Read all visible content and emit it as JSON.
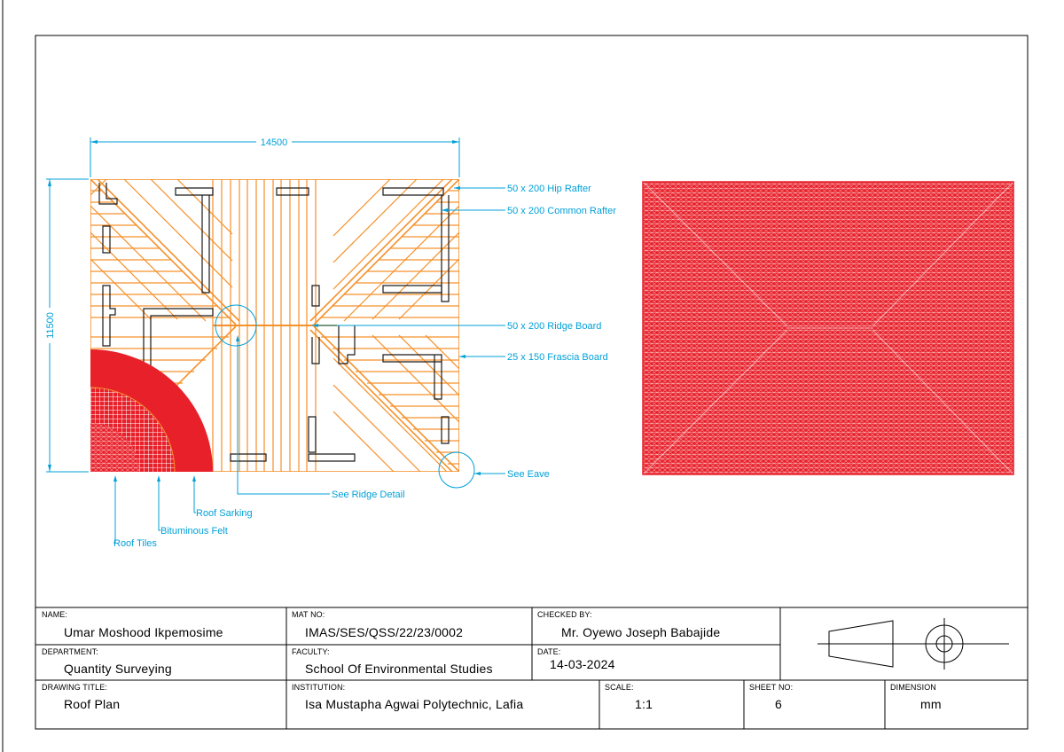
{
  "dimensions": {
    "width_label": "14500",
    "height_label": "11500"
  },
  "callouts": {
    "hip_rafter": "50 x 200 Hip Rafter",
    "common_rafter": "50 x 200 Common Rafter",
    "ridge_board": "50 x 200 Ridge Board",
    "frascia_board": "25 x 150 Frascia Board",
    "see_eave": "See Eave",
    "see_ridge_detail": "See Ridge Detail",
    "roof_sarking": "Roof Sarking",
    "bituminous_felt": "Bituminous Felt",
    "roof_tiles": "Roof Tiles"
  },
  "title_block": {
    "name_label": "NAME:",
    "name_value": "Umar Moshood Ikpemosime",
    "matno_label": "MAT NO:",
    "matno_value": "IMAS/SES/QSS/22/23/0002",
    "checked_label": "CHECKED BY:",
    "checked_value": "Mr. Oyewo Joseph Babajide",
    "department_label": "DEPARTMENT:",
    "department_value": "Quantity Surveying",
    "faculty_label": "FACULTY:",
    "faculty_value": "School Of Environmental Studies",
    "date_label": "DATE:",
    "date_value": "14-03-2024",
    "drawing_title_label": "DRAWING TITLE:",
    "drawing_title_value": "Roof Plan",
    "institution_label": "INSTITUTION:",
    "institution_value": "Isa Mustapha Agwai Polytechnic, Lafia",
    "scale_label": "SCALE:",
    "scale_value": "1:1",
    "sheet_label": "SHEET NO:",
    "sheet_value": "6",
    "dimension_label": "DIMENSION",
    "dimension_value": "mm"
  },
  "colors": {
    "frame": "#000000",
    "rafter": "#f5902a",
    "dimension": "#00a0d8",
    "tile_red": "#e8202a",
    "wall": "#1a1a1a"
  }
}
